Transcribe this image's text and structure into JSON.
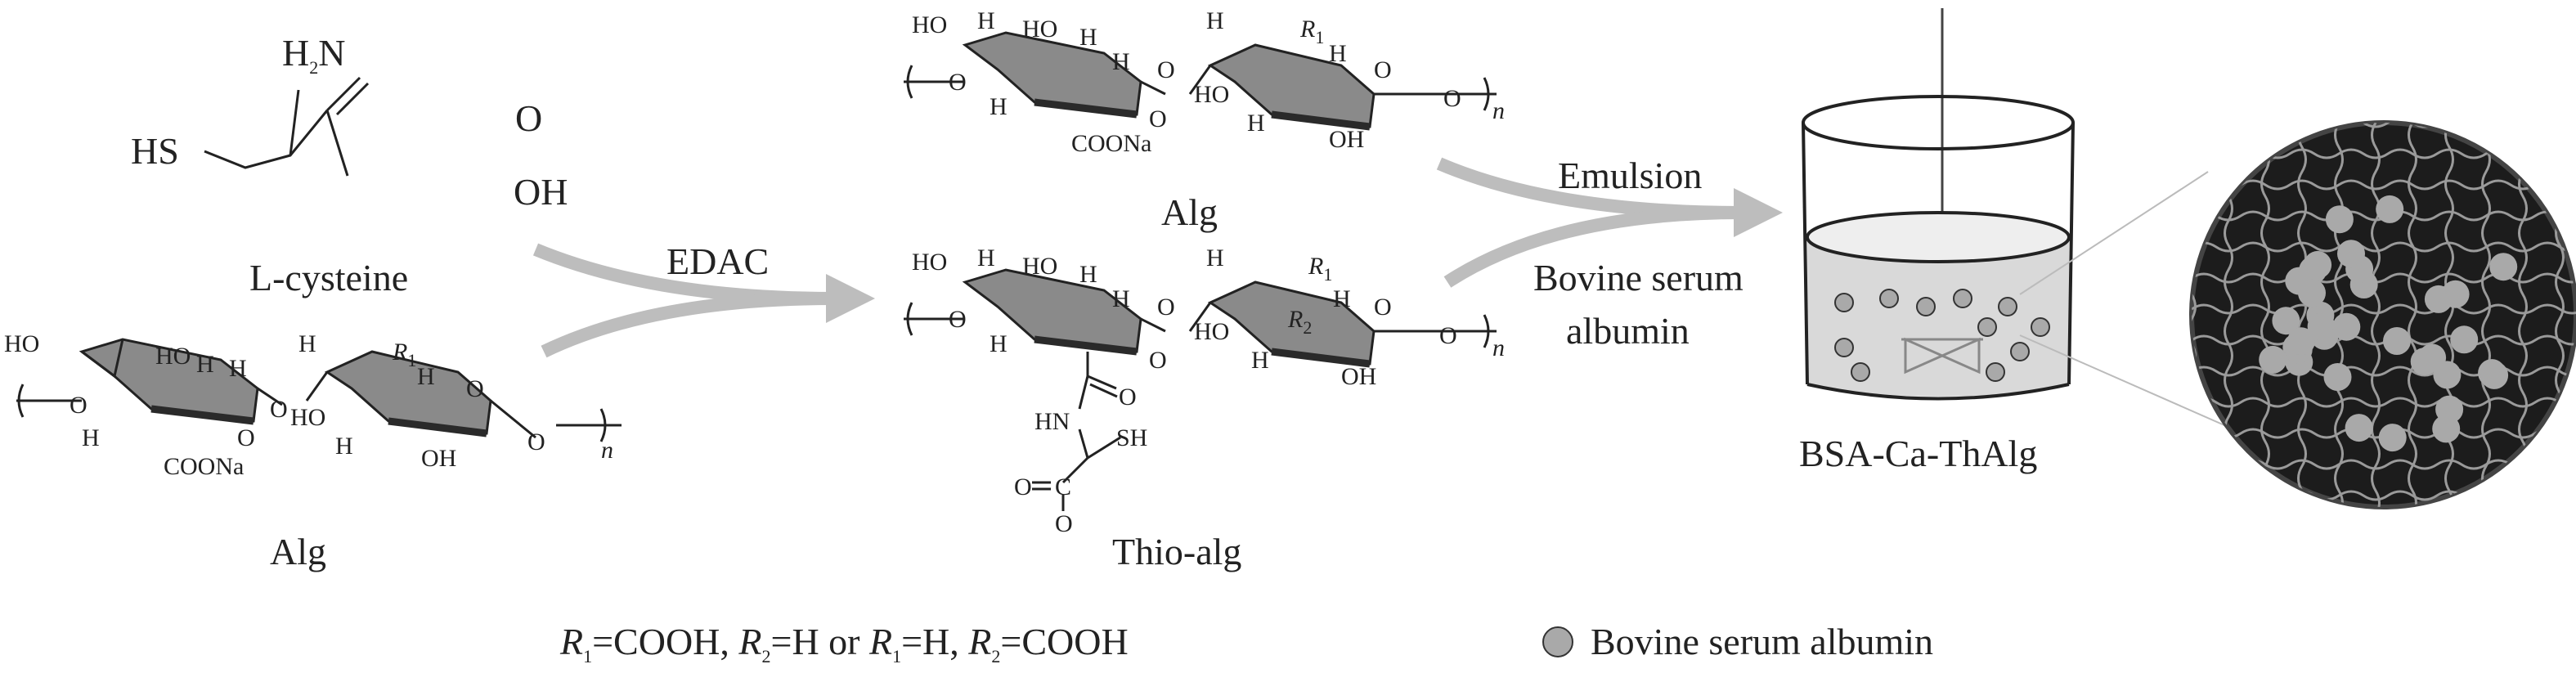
{
  "labels": {
    "l_cysteine": "L-cysteine",
    "alg_left": "Alg",
    "alg_top": "Alg",
    "edac": "EDAC",
    "emulsion": "Emulsion",
    "bsa_line1": "Bovine serum",
    "bsa_line2": "albumin",
    "thio_alg": "Thio-alg",
    "product": "BSA-Ca-ThAlg",
    "legend": "Bovine serum albumin",
    "footnote_r1": "R",
    "footnote_text1": "=COOH, ",
    "footnote_r2": "R",
    "footnote_text2": "=H or ",
    "footnote_r1b": "R",
    "footnote_text3": "=H, ",
    "footnote_r2b": "R",
    "footnote_text4": "=COOH",
    "sub_1": "1",
    "sub_2": "2"
  },
  "atoms": {
    "h2n": "H",
    "h2n_sub": "2",
    "h2n_n": "N",
    "hs": "HS",
    "o": "O",
    "oh": "OH",
    "ho": "HO",
    "h": "H",
    "coona": "COONa",
    "r": "R",
    "n": "n",
    "hn": "HN",
    "sh": "SH",
    "c": "C"
  },
  "colors": {
    "arrow": "#bdbdbd",
    "ring_fill": "#8a8a8a",
    "ring_dark": "#2a2a2a",
    "sphere_dark": "#1c1c1c",
    "particle": "#a9a9a9",
    "gel_line": "#9a9a9a",
    "beaker_liquid": "#d9d9d9"
  }
}
